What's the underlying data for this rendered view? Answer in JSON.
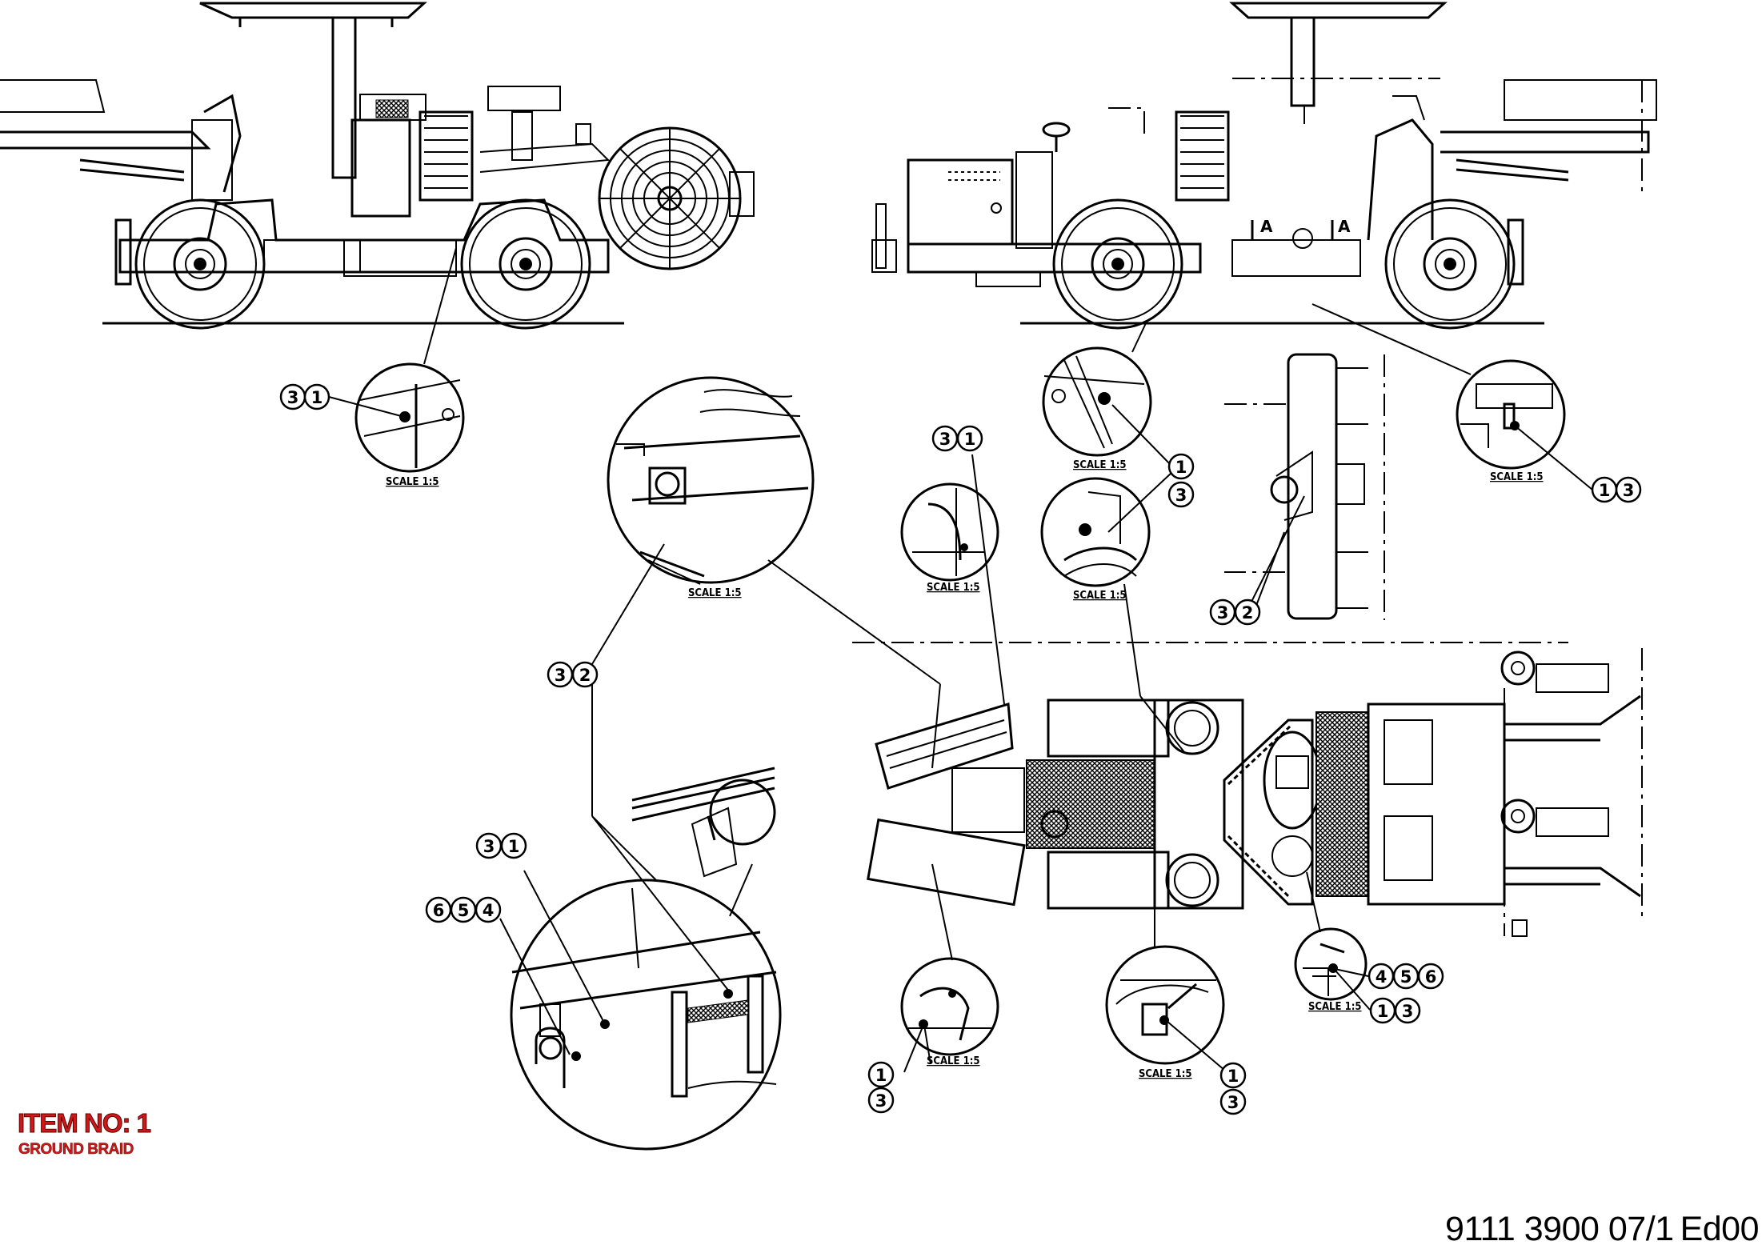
{
  "diagram": {
    "scale_label": "SCALE 1:5",
    "section_marker": "A",
    "balloons": [
      {
        "id": "b1",
        "items": [
          "3",
          "1"
        ]
      },
      {
        "id": "b2",
        "items": [
          "3",
          "2"
        ]
      },
      {
        "id": "b3",
        "items": [
          "3",
          "1"
        ]
      },
      {
        "id": "b4",
        "items": [
          "1",
          "3"
        ]
      },
      {
        "id": "b5",
        "items": [
          "1",
          "3"
        ]
      },
      {
        "id": "b6",
        "items": [
          "3",
          "2"
        ]
      },
      {
        "id": "b7",
        "items": [
          "3",
          "1"
        ]
      },
      {
        "id": "b8",
        "items": [
          "6",
          "5",
          "4"
        ]
      },
      {
        "id": "b9",
        "items": [
          "1",
          "3"
        ]
      },
      {
        "id": "b10",
        "items": [
          "1",
          "3"
        ]
      },
      {
        "id": "b11",
        "items": [
          "4",
          "5",
          "6"
        ]
      },
      {
        "id": "b12",
        "items": [
          "1",
          "3"
        ]
      }
    ]
  },
  "item": {
    "title": "ITEM NO: 1",
    "description": "GROUND BRAID"
  },
  "document": {
    "number": "9111 3900 07/1",
    "edition": "Ed00"
  }
}
